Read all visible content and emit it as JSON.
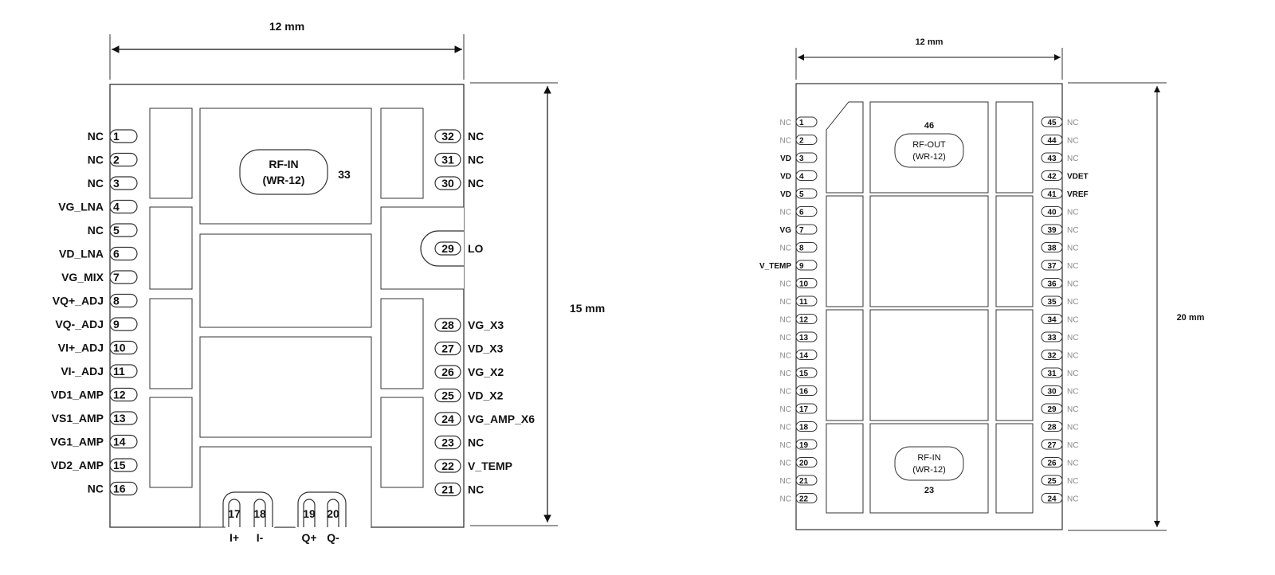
{
  "left_package": {
    "width_dim": "12 mm",
    "height_dim": "15 mm",
    "rf_port": {
      "label": "RF-IN",
      "sub": "(WR-12)",
      "number": "33"
    },
    "lo_port": {
      "number": "29",
      "label": "LO"
    },
    "left_pins": [
      {
        "num": "1",
        "label": "NC"
      },
      {
        "num": "2",
        "label": "NC"
      },
      {
        "num": "3",
        "label": "NC"
      },
      {
        "num": "4",
        "label": "VG_LNA"
      },
      {
        "num": "5",
        "label": "NC"
      },
      {
        "num": "6",
        "label": "VD_LNA"
      },
      {
        "num": "7",
        "label": "VG_MIX"
      },
      {
        "num": "8",
        "label": "VQ+_ADJ"
      },
      {
        "num": "9",
        "label": "VQ-_ADJ"
      },
      {
        "num": "10",
        "label": "VI+_ADJ"
      },
      {
        "num": "11",
        "label": "VI-_ADJ"
      },
      {
        "num": "12",
        "label": "VD1_AMP"
      },
      {
        "num": "13",
        "label": "VS1_AMP"
      },
      {
        "num": "14",
        "label": "VG1_AMP"
      },
      {
        "num": "15",
        "label": "VD2_AMP"
      },
      {
        "num": "16",
        "label": "NC"
      }
    ],
    "right_pins": [
      {
        "num": "32",
        "label": "NC"
      },
      {
        "num": "31",
        "label": "NC"
      },
      {
        "num": "30",
        "label": "NC"
      },
      {
        "num": "28",
        "label": "VG_X3"
      },
      {
        "num": "27",
        "label": "VD_X3"
      },
      {
        "num": "26",
        "label": "VG_X2"
      },
      {
        "num": "25",
        "label": "VD_X2"
      },
      {
        "num": "24",
        "label": "VG_AMP_X6"
      },
      {
        "num": "23",
        "label": "NC"
      },
      {
        "num": "22",
        "label": "V_TEMP"
      },
      {
        "num": "21",
        "label": "NC"
      }
    ],
    "bottom_pins": [
      {
        "num": "17",
        "label": "I+"
      },
      {
        "num": "18",
        "label": "I-"
      },
      {
        "num": "19",
        "label": "Q+"
      },
      {
        "num": "20",
        "label": "Q-"
      }
    ]
  },
  "right_package": {
    "width_dim": "12 mm",
    "height_dim": "20 mm",
    "rf_out": {
      "number": "46",
      "label": "RF-OUT",
      "sub": "(WR-12)"
    },
    "rf_in": {
      "label": "RF-IN",
      "sub": "(WR-12)",
      "number": "23"
    },
    "left_pins": [
      {
        "num": "1",
        "label": "NC",
        "active": false
      },
      {
        "num": "2",
        "label": "NC",
        "active": false
      },
      {
        "num": "3",
        "label": "VD",
        "active": true
      },
      {
        "num": "4",
        "label": "VD",
        "active": true
      },
      {
        "num": "5",
        "label": "VD",
        "active": true
      },
      {
        "num": "6",
        "label": "NC",
        "active": false
      },
      {
        "num": "7",
        "label": "VG",
        "active": true
      },
      {
        "num": "8",
        "label": "NC",
        "active": false
      },
      {
        "num": "9",
        "label": "V_TEMP",
        "active": true
      },
      {
        "num": "10",
        "label": "NC",
        "active": false
      },
      {
        "num": "11",
        "label": "NC",
        "active": false
      },
      {
        "num": "12",
        "label": "NC",
        "active": false
      },
      {
        "num": "13",
        "label": "NC",
        "active": false
      },
      {
        "num": "14",
        "label": "NC",
        "active": false
      },
      {
        "num": "15",
        "label": "NC",
        "active": false
      },
      {
        "num": "16",
        "label": "NC",
        "active": false
      },
      {
        "num": "17",
        "label": "NC",
        "active": false
      },
      {
        "num": "18",
        "label": "NC",
        "active": false
      },
      {
        "num": "19",
        "label": "NC",
        "active": false
      },
      {
        "num": "20",
        "label": "NC",
        "active": false
      },
      {
        "num": "21",
        "label": "NC",
        "active": false
      },
      {
        "num": "22",
        "label": "NC",
        "active": false
      }
    ],
    "right_pins": [
      {
        "num": "45",
        "label": "NC",
        "active": false
      },
      {
        "num": "44",
        "label": "NC",
        "active": false
      },
      {
        "num": "43",
        "label": "NC",
        "active": false
      },
      {
        "num": "42",
        "label": "VDET",
        "active": true
      },
      {
        "num": "41",
        "label": "VREF",
        "active": true
      },
      {
        "num": "40",
        "label": "NC",
        "active": false
      },
      {
        "num": "39",
        "label": "NC",
        "active": false
      },
      {
        "num": "38",
        "label": "NC",
        "active": false
      },
      {
        "num": "37",
        "label": "NC",
        "active": false
      },
      {
        "num": "36",
        "label": "NC",
        "active": false
      },
      {
        "num": "35",
        "label": "NC",
        "active": false
      },
      {
        "num": "34",
        "label": "NC",
        "active": false
      },
      {
        "num": "33",
        "label": "NC",
        "active": false
      },
      {
        "num": "32",
        "label": "NC",
        "active": false
      },
      {
        "num": "31",
        "label": "NC",
        "active": false
      },
      {
        "num": "30",
        "label": "NC",
        "active": false
      },
      {
        "num": "29",
        "label": "NC",
        "active": false
      },
      {
        "num": "28",
        "label": "NC",
        "active": false
      },
      {
        "num": "27",
        "label": "NC",
        "active": false
      },
      {
        "num": "26",
        "label": "NC",
        "active": false
      },
      {
        "num": "25",
        "label": "NC",
        "active": false
      },
      {
        "num": "24",
        "label": "NC",
        "active": false
      }
    ]
  }
}
